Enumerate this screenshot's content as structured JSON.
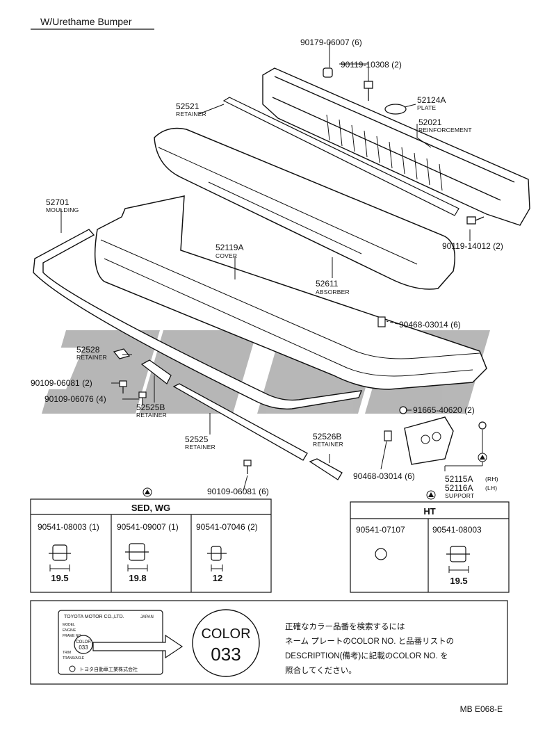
{
  "header": {
    "title": "W/Urethame Bumper"
  },
  "watermark": {
    "color": "#b3b3b3"
  },
  "parts": {
    "p1": {
      "number": "90179-06007 (6)"
    },
    "p2": {
      "number": "90119-10308 (2)"
    },
    "p3": {
      "number": "52124A",
      "name": "PLATE"
    },
    "p4": {
      "number": "52021",
      "name": "REINFORCEMENT"
    },
    "p5": {
      "number": "52521",
      "name": "RETAINER"
    },
    "p6": {
      "number": "52701",
      "name": "MOULDING"
    },
    "p7": {
      "number": "52119A",
      "name": "COVER"
    },
    "p8": {
      "number": "52611",
      "name": "ABSORBER"
    },
    "p9": {
      "number": "90119-14012 (2)"
    },
    "p10": {
      "number": "90468-03014 (6)"
    },
    "p11": {
      "number": "52528",
      "name": "RETAINER"
    },
    "p12": {
      "number": "90109-06081 (2)"
    },
    "p13": {
      "number": "90109-06076 (4)"
    },
    "p14": {
      "number": "52525B",
      "name": "RETAINER"
    },
    "p15": {
      "number": "52525",
      "name": "RETAINER"
    },
    "p16": {
      "number": "91665-40620 (2)"
    },
    "p17": {
      "number": "52526B",
      "name": "RETAINER"
    },
    "p18": {
      "number": "90468-03014 (6)"
    },
    "p19": {
      "number": "52115A",
      "suffix": "(RH)"
    },
    "p20": {
      "number": "52116A",
      "suffix": "(LH)",
      "name": "SUPPORT"
    },
    "p21": {
      "number": "90109-06081 (6)"
    }
  },
  "clip_tables": {
    "sed_wg": {
      "title": "SED, WG",
      "cells": [
        {
          "part": "90541-08003 (1)",
          "size": "19.5"
        },
        {
          "part": "90541-09007 (1)",
          "size": "19.8"
        },
        {
          "part": "90541-07046 (2)",
          "size": "12"
        }
      ]
    },
    "ht": {
      "title": "HT",
      "cells": [
        {
          "part": "90541-07107",
          "size": ""
        },
        {
          "part": "90541-08003",
          "size": "19.5"
        }
      ]
    }
  },
  "color_note": {
    "plate": {
      "maker": "TOYOTA MOTOR CO.,LTD.",
      "country": "JAPAN",
      "rows": [
        "MODEL",
        "ENGINE",
        "FRAME NO.",
        "TRIM",
        "TRANS/AXLE"
      ],
      "color_label": "COLOR",
      "color_code": "033",
      "footer": "トヨタ自動車工業株式会社"
    },
    "circle_label": "COLOR",
    "circle_code": "033",
    "text_lines": [
      "正確なカラー品番を検索するには",
      "ネーム プレートのCOLOR NO. と品番リストの",
      "DESCRIPTION(備考)に記載のCOLOR NO. を",
      "照合してください。"
    ]
  },
  "footer": {
    "code": "MB E068-E"
  }
}
